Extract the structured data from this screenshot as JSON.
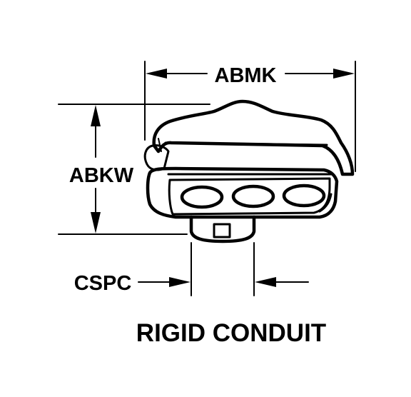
{
  "dimensions": {
    "width_label": "ABMK",
    "height_label": "ABKW",
    "hub_label": "CSPC"
  },
  "caption": "RIGID CONDUIT",
  "colors": {
    "ink": "#000000",
    "paper": "#ffffff"
  }
}
